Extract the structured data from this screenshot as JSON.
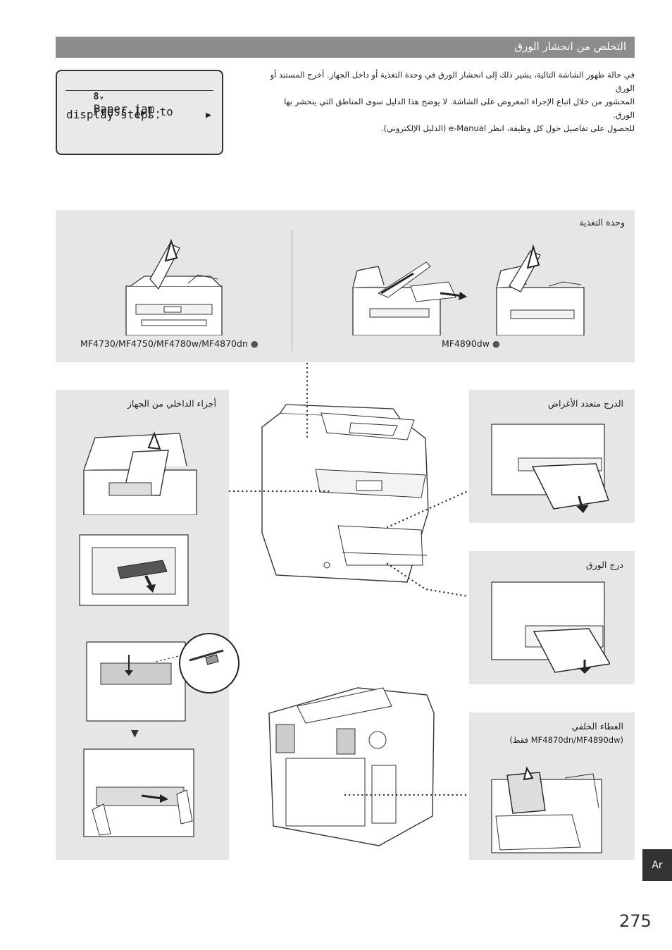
{
  "header": {
    "title": "التخلص من انحشار الورق"
  },
  "lcd": {
    "icon": "paper-jam-icon",
    "line1": "Paper jam.",
    "line2": "Press [ ] to",
    "line2_glyph": "▶",
    "line3": "display steps.",
    "arrow_glyph": "▶"
  },
  "intro": {
    "line1": "في حالة ظهور الشاشة التالية، يشير ذلك إلى انحشار الورق في وحدة التغذية أو داخل الجهاز. أخرج المستند أو الورق",
    "line2": "المحشور من خلال اتباع الإجراء المعروض على الشاشة. لا يوضح هذا الدليل سوى المناطق التي ينحشر بها الورق.",
    "line3": "للحصول على تفاصيل حول كل وظيفة، انظر e-Manual (الدليل الإلكتروني)."
  },
  "panels": {
    "feeder": {
      "title": "وحدة التغذية",
      "model_left": "MF4730/MF4750/MF4780w/MF4870dn",
      "model_right": "MF4890dw",
      "bullet": "●"
    },
    "inside": {
      "title": "أجزاء الداخلي من الجهاز"
    },
    "multipurpose": {
      "title": "الدرج متعدد الأغراض"
    },
    "drawer": {
      "title": "درج الورق"
    },
    "back_cover": {
      "title": "الغطاء الخلفي",
      "subtitle": "(MF4870dn/MF4890dw فقط)"
    }
  },
  "down_arrow": "▼",
  "side_tab": {
    "label": "Ar"
  },
  "page_number": "275",
  "colors": {
    "header_bg": "#8c8c8c",
    "panel_bg": "#e6e6e6",
    "tab_bg": "#333333"
  }
}
